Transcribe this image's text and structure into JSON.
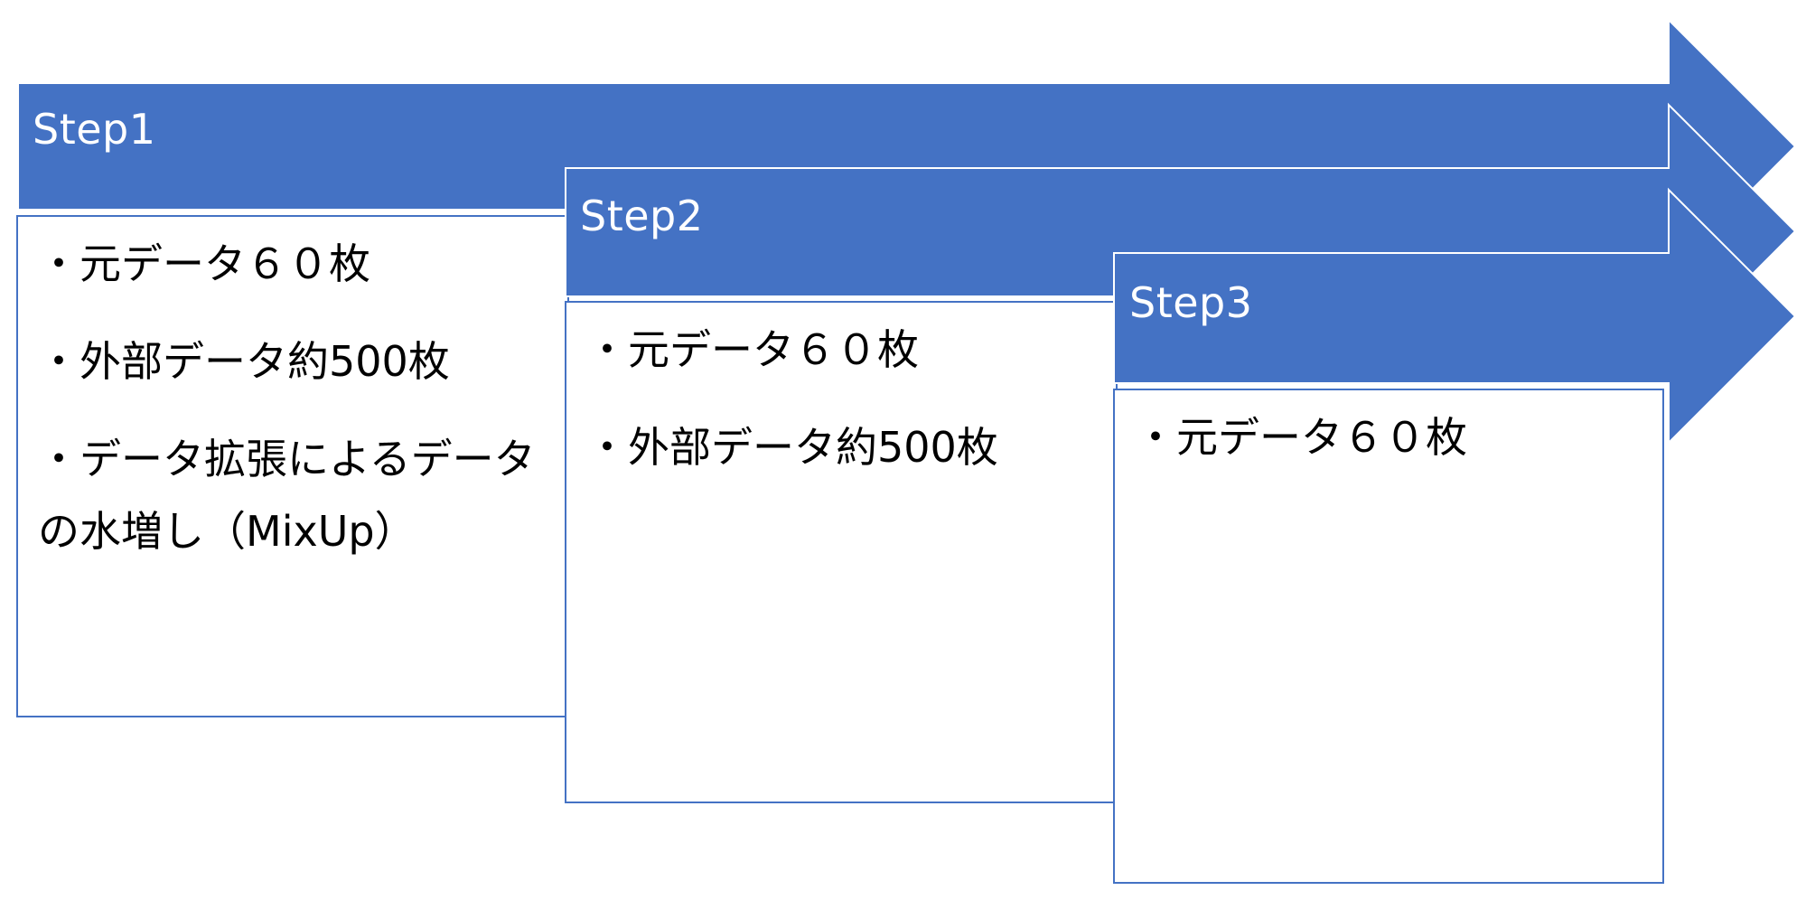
{
  "colors": {
    "arrow_fill": "#4472c4",
    "arrow_stroke": "#ffffff",
    "box_border": "#4472c4",
    "text": "#000000",
    "label": "#ffffff"
  },
  "steps": [
    {
      "label": "Step1",
      "items": [
        "・元データ６０枚",
        "・外部データ約500枚",
        "・データ拡張によるデータの水増し（MixUp）"
      ]
    },
    {
      "label": "Step2",
      "items": [
        "・元データ６０枚",
        "・外部データ約500枚"
      ]
    },
    {
      "label": "Step3",
      "items": [
        "・元データ６０枚"
      ]
    }
  ]
}
